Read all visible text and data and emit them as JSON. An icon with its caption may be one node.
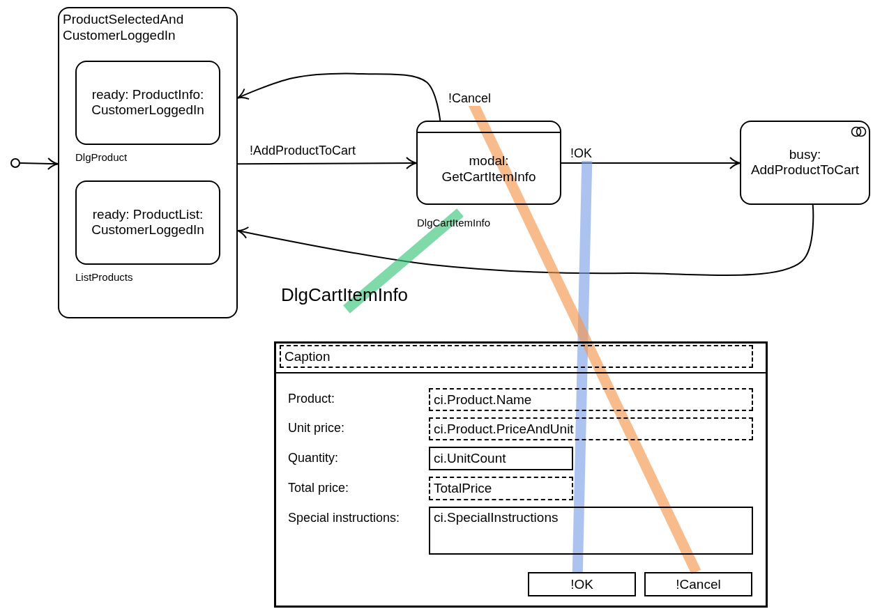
{
  "diagram": {
    "nodes": [
      {
        "text": [],
        "shape": "circle"
      },
      {
        "text": [
          "ProductSelectedAnd CustomerLoggedIn"
        ]
      },
      {
        "text": [
          "ready: ProductInfo: CustomerLoggedIn"
        ],
        "in": 1,
        "beside": [
          "DlgProduct"
        ]
      },
      {
        "text": [
          "ready: ProductList: CustomerLoggedIn"
        ],
        "in": 1,
        "beside": [
          "ListProducts"
        ]
      },
      {
        "text": [
          "modal: GetCartItemInfo"
        ],
        "beside": [
          "DlgCartItemInfo"
        ]
      },
      {
        "text": [
          "busy: AddProductToCart"
        ]
      },
      {
        "text": [
          "DlgCartItemInfo"
        ]
      },
      {
        "text": [],
        "shape": "box"
      },
      {
        "text": [
          "Caption"
        ],
        "in": 7
      },
      {
        "text": [
          "ci.Product.Name"
        ],
        "in": 7
      },
      {
        "text": [
          "ci.Product.PriceAndUnit"
        ],
        "in": 7
      },
      {
        "text": [
          "ci.UnitCount"
        ],
        "in": 7
      },
      {
        "text": [
          "TotalPrice"
        ],
        "in": 7
      },
      {
        "text": [
          "ci.SpecialInstructions"
        ],
        "in": 7
      },
      {
        "text": [
          "!OK"
        ],
        "in": 7
      },
      {
        "text": [
          "!Cancel"
        ],
        "in": 7
      }
    ],
    "edges": [
      {
        "from": 0,
        "to": 1,
        "arrow": "to"
      },
      {
        "from": 1,
        "to": 4,
        "arrow": "to",
        "label": "!AddProductToCart"
      },
      {
        "from": 4,
        "to": 1,
        "arrow": "to",
        "label": "!Cancel"
      },
      {
        "from": 4,
        "to": 5,
        "arrow": "to",
        "label": "!OK"
      },
      {
        "from": 5,
        "to": 1,
        "arrow": "to"
      },
      {
        "from": 6,
        "to": 4,
        "arrow": "none",
        "style": "thick",
        "color": "#3cc47a"
      },
      {
        "from": null,
        "to": 14,
        "arrow": "none",
        "style": "thick",
        "color": "#7fa3e6"
      },
      {
        "from": null,
        "to": 15,
        "arrow": "none",
        "style": "thick",
        "color": "#f5964f"
      }
    ],
    "labels": [
      "Product:",
      "Unit price:",
      "Quantity:",
      "Total price:",
      "Special instructions:"
    ]
  }
}
